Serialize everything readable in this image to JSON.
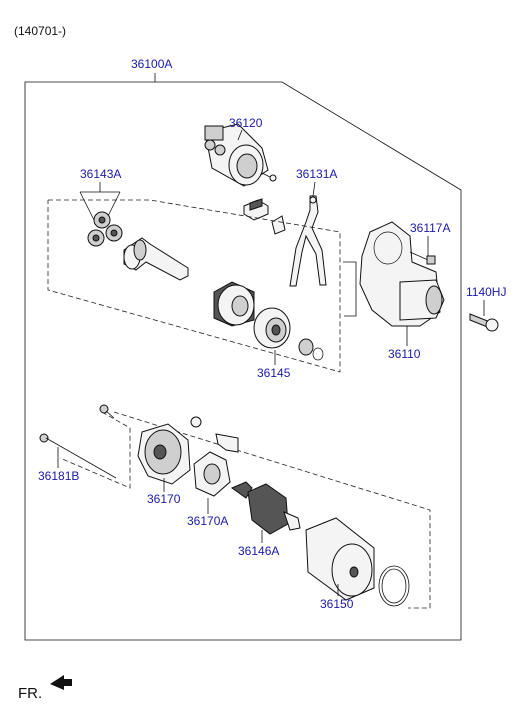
{
  "header": {
    "date_code": "(140701-)"
  },
  "assembly_label": "36100A",
  "parts": {
    "p36120": "36120",
    "p36143A": "36143A",
    "p36131A": "36131A",
    "p36117A": "36117A",
    "p1140HJ": "1140HJ",
    "p36110": "36110",
    "p36145": "36145",
    "p36181B": "36181B",
    "p36170": "36170",
    "p36170A": "36170A",
    "p36146A": "36146A",
    "p36150": "36150"
  },
  "footer": {
    "direction_label": "FR."
  },
  "colors": {
    "part_label": "#1a1aa6",
    "text": "#111111",
    "line": "#111111"
  }
}
